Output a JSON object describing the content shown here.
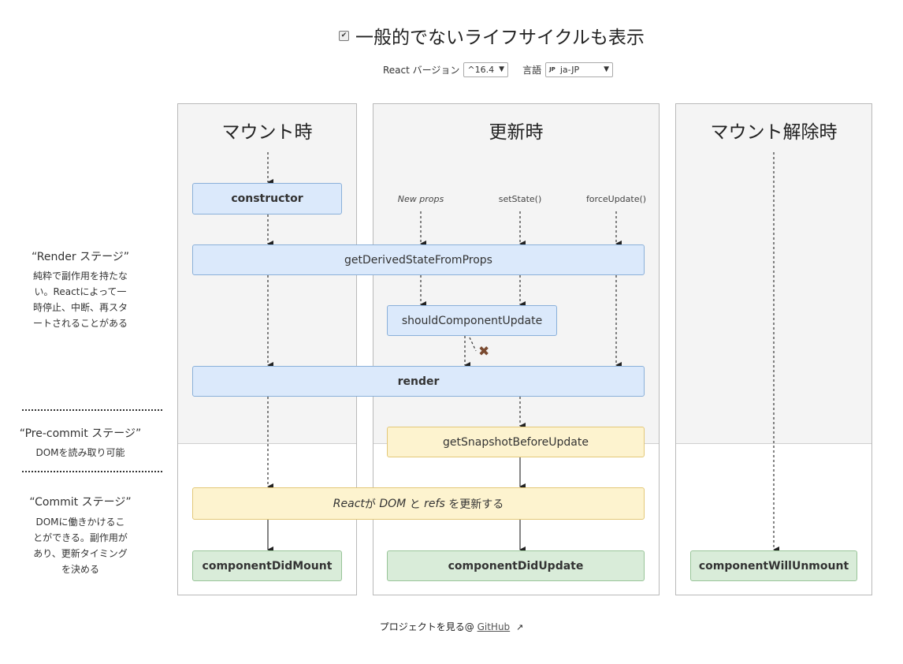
{
  "header": {
    "title": "一般的でないライフサイクルも表示",
    "react_version_label": "React バージョン",
    "react_version_value": "^16.4",
    "language_label": "言語",
    "language_flag": "JP",
    "language_value": "ja-JP"
  },
  "columns": {
    "mount": "マウント時",
    "update": "更新時",
    "unmount": "マウント解除時"
  },
  "triggers": {
    "new_props": "New props",
    "set_state": "setState()",
    "force_update": "forceUpdate()"
  },
  "methods": {
    "constructor": "constructor",
    "get_derived_state": "getDerivedStateFromProps",
    "should_update": "shouldComponentUpdate",
    "render": "render",
    "get_snapshot": "getSnapshotBeforeUpdate",
    "update_dom_react": "React",
    "update_dom_ga": "が",
    "update_dom_dom": "DOM",
    "update_dom_to": "と",
    "update_dom_refs": "refs",
    "update_dom_tail": "を更新する",
    "did_mount": "componentDidMount",
    "did_update": "componentDidUpdate",
    "will_unmount": "componentWillUnmount"
  },
  "stages": {
    "render_title": "“Render ステージ”",
    "render_desc": [
      "純粋で副作用を持たな",
      "い。Reactによって一",
      "時停止、中断、再スタ",
      "ートされることがある"
    ],
    "precommit_title": "“Pre-commit ステージ”",
    "precommit_desc": "DOMを読み取り可能",
    "commit_title": "“Commit ステージ”",
    "commit_desc": [
      "DOMに働きかけるこ",
      "とができる。副作用が",
      "あり、更新タイミング",
      "を決める"
    ]
  },
  "footer": {
    "text": "プロジェクトを見る@",
    "link": "GitHub",
    "icon": "external-link-icon"
  },
  "colors": {
    "render_box": "#dbe9fb",
    "precommit_box": "#fdf3cf",
    "commit_box": "#d9ecd9",
    "cancel_mark": "#7a4a30"
  }
}
